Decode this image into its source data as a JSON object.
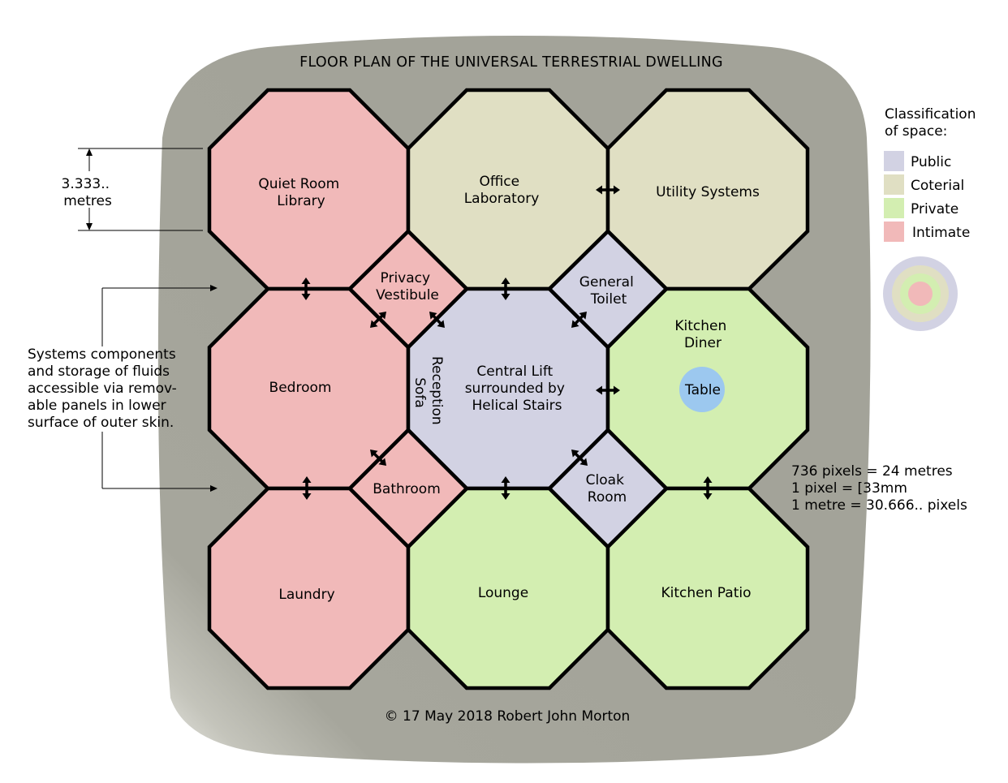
{
  "title": "FLOOR PLAN OF THE UNIVERSAL TERRESTRIAL DWELLING",
  "copyright": "© 17 May 2018 Robert John Morton",
  "colors": {
    "public": "#d2d2e3",
    "coterial": "#e0dfc3",
    "private": "#d3eeb1",
    "intimate": "#f1b9b9",
    "shell": "#a6a69c",
    "shell_highlight": "#e4e4de",
    "table": "#9cc8ef"
  },
  "rooms": {
    "quiet_room": [
      "Quiet Room",
      "Library"
    ],
    "office": [
      "Office",
      "Laboratory"
    ],
    "utility": [
      "Utility Systems"
    ],
    "bedroom": [
      "Bedroom"
    ],
    "central": [
      "Central Lift",
      "surrounded by",
      "Helical Stairs"
    ],
    "kitchen_diner": [
      "Kitchen",
      "Diner"
    ],
    "table": "Table",
    "laundry": [
      "Laundry"
    ],
    "lounge": [
      "Lounge"
    ],
    "kitchen_patio": [
      "Kitchen Patio"
    ],
    "privacy_vestibule": [
      "Privacy",
      "Vestibule"
    ],
    "general_toilet": [
      "General",
      "Toilet"
    ],
    "bathroom": [
      "Bathroom"
    ],
    "cloak_room": [
      "Cloak",
      "Room"
    ],
    "reception_sofa": [
      "Reception",
      "Sofa"
    ]
  },
  "dimension_label": [
    "3.333..",
    "metres"
  ],
  "systems_note": [
    "Systems components",
    "and storage of fluids",
    "accessible via remov-",
    "able panels in lower",
    "surface of outer skin."
  ],
  "scale_notes": [
    "736 pixels = 24 metres",
    "1 pixel = [33mm",
    "1 metre = 30.666.. pixels"
  ],
  "legend": {
    "heading": [
      "Classification",
      "of space:"
    ],
    "items": [
      {
        "label": "Public",
        "color": "#d2d2e3"
      },
      {
        "label": "Coterial",
        "color": "#e0dfc3"
      },
      {
        "label": "Private",
        "color": "#d3eeb1"
      },
      {
        "label": "Intimate",
        "color": "#f1b9b9"
      }
    ]
  }
}
